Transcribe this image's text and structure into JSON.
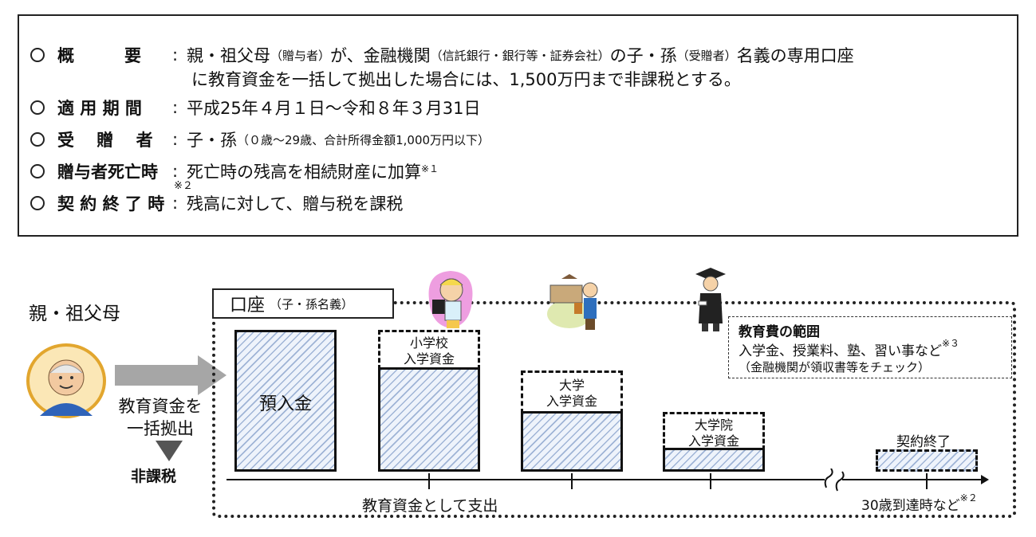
{
  "info": {
    "rows": [
      {
        "term": "概　　　要",
        "text_html_parts": [
          "親・祖父母",
          "（贈与者）",
          "が、金融機関",
          "（信託銀行・銀行等・証券会社）",
          "の子・孫",
          "（受贈者）",
          "名義の専用口座"
        ],
        "line2": "に教育資金を一括して拠出した場合には、1,500万円まで非課税とする。"
      },
      {
        "term": "適 用 期 間",
        "text": "平成25年４月１日～令和８年３月31日"
      },
      {
        "term": "受　 贈　 者",
        "text": "子・孫",
        "small": "（０歳～29歳、合計所得金額1,000万円以下）"
      },
      {
        "term": "贈与者死亡時",
        "text": "死亡時の残高を相続財産に加算",
        "note": "※１"
      },
      {
        "term": "契 約 終 了 時",
        "text": "残高に対して、贈与税を課税",
        "note_above": "※２"
      }
    ]
  },
  "diagram": {
    "giver_label": "親・祖父母",
    "account_label": "口座",
    "account_sub": "（子・孫名義）",
    "arrow_text_1": "教育資金を",
    "arrow_text_2": "一括拠出",
    "tax_free": "非課税",
    "deposit": "預入金",
    "elementary": [
      "小学校",
      "入学資金"
    ],
    "university": [
      "大学",
      "入学資金"
    ],
    "graduate": [
      "大学院",
      "入学資金"
    ],
    "contract_end": "契約終了",
    "expense_label": "教育資金として支出",
    "age_label": "30歳到達時など",
    "age_note": "※２",
    "scope_title": "教育費の範囲",
    "scope_line1": "入学金、授業料、塾、習い事など",
    "scope_note": "※３",
    "scope_line2": "（金融機関が領収書等をチェック）"
  }
}
